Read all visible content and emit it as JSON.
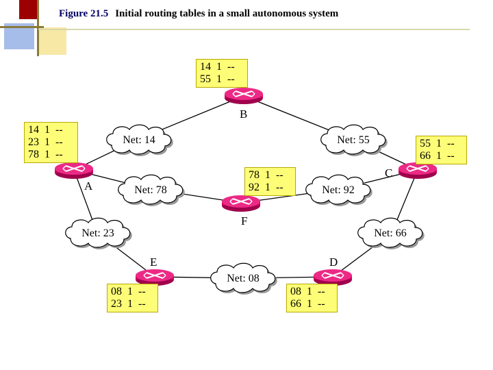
{
  "title": {
    "figure": "Figure 21.5",
    "caption": "Initial routing tables in a small autonomous system"
  },
  "colors": {
    "router": "#e8006e",
    "router_dark": "#a0004c",
    "table_bg": "#fdfd77",
    "deco_red": "#a00000",
    "deco_blue": "#9fb6e8",
    "deco_yellow": "#f6e7a2"
  },
  "routers": [
    {
      "id": "A",
      "label": "A",
      "table": [
        [
          "14",
          "1",
          "--"
        ],
        [
          "23",
          "1",
          "--"
        ],
        [
          "78",
          "1",
          "--"
        ]
      ]
    },
    {
      "id": "B",
      "label": "B",
      "table": [
        [
          "14",
          "1",
          "--"
        ],
        [
          "55",
          "1",
          "--"
        ]
      ]
    },
    {
      "id": "C",
      "label": "C",
      "table": [
        [
          "55",
          "1",
          "--"
        ],
        [
          "66",
          "1",
          "--"
        ]
      ]
    },
    {
      "id": "D",
      "label": "D",
      "table": [
        [
          "08",
          "1",
          "--"
        ],
        [
          "66",
          "1",
          "--"
        ]
      ]
    },
    {
      "id": "E",
      "label": "E",
      "table": [
        [
          "08",
          "1",
          "--"
        ],
        [
          "23",
          "1",
          "--"
        ]
      ]
    },
    {
      "id": "F",
      "label": "F",
      "table": [
        [
          "78",
          "1",
          "--"
        ],
        [
          "92",
          "1",
          "--"
        ]
      ]
    }
  ],
  "networks": [
    {
      "id": "net14",
      "label": "Net: 14"
    },
    {
      "id": "net55",
      "label": "Net: 55"
    },
    {
      "id": "net78",
      "label": "Net: 78"
    },
    {
      "id": "net92",
      "label": "Net: 92"
    },
    {
      "id": "net23",
      "label": "Net: 23"
    },
    {
      "id": "net66",
      "label": "Net: 66"
    },
    {
      "id": "net08",
      "label": "Net: 08"
    }
  ]
}
